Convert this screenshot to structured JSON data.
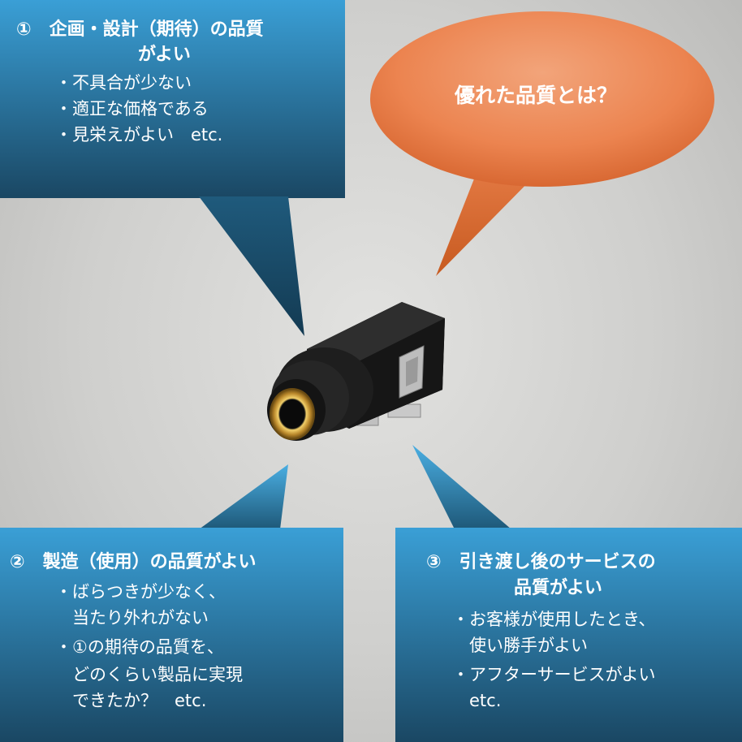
{
  "question_bubble": {
    "text": "優れた品質とは？",
    "color": "#e8763f"
  },
  "callouts": [
    {
      "heading_line1": "①　企画・設計（期待）の品質",
      "heading_line2": "がよい",
      "bullets": [
        "・不具合が少ない",
        "・適正な価格である",
        "・見栄えがよい　etc."
      ]
    },
    {
      "heading_line1": "②　製造（使用）の品質がよい",
      "bullets": [
        "・ばらつきが少なく、",
        "　当たり外れがない",
        "・①の期待の品質を、",
        "　どのくらい製品に実現",
        "　できたか？　etc."
      ]
    },
    {
      "heading_line1": "③　引き渡し後のサービスの",
      "heading_line2": "品質がよい",
      "bullets": [
        "・お客様が使用したとき、",
        "　使い勝手がよい",
        "・アフターサービスがよい",
        "　etc."
      ]
    }
  ],
  "colors": {
    "callout_top": "#4fb0e2",
    "callout_bottom": "#1b4a66"
  }
}
